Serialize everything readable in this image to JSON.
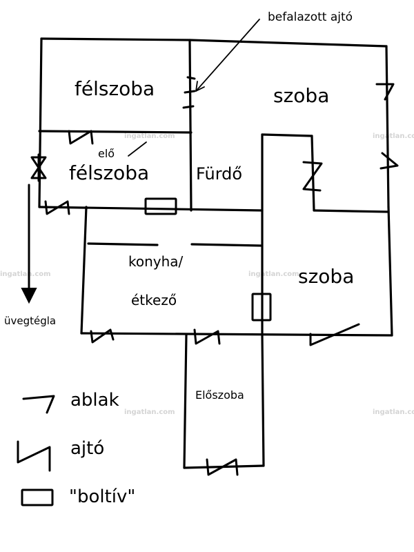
{
  "rooms": {
    "felszoba_top": "félszoba",
    "szoba_top": "szoba",
    "felszoba_mid": "félszoba",
    "furdo": "Fürdő",
    "konyha": "konyha/",
    "etkezo": "étkező",
    "szoba_mid": "szoba",
    "eloszoba": "Előszoba"
  },
  "annotations": {
    "befalazott": "befalazott ajtó",
    "elo_prefix": "elő",
    "uvegtegla": "üvegtégla"
  },
  "legend": {
    "ablak": "ablak",
    "ajto": "ajtó",
    "boltiv": "\"boltív\""
  },
  "watermark": "ingatlan.com"
}
